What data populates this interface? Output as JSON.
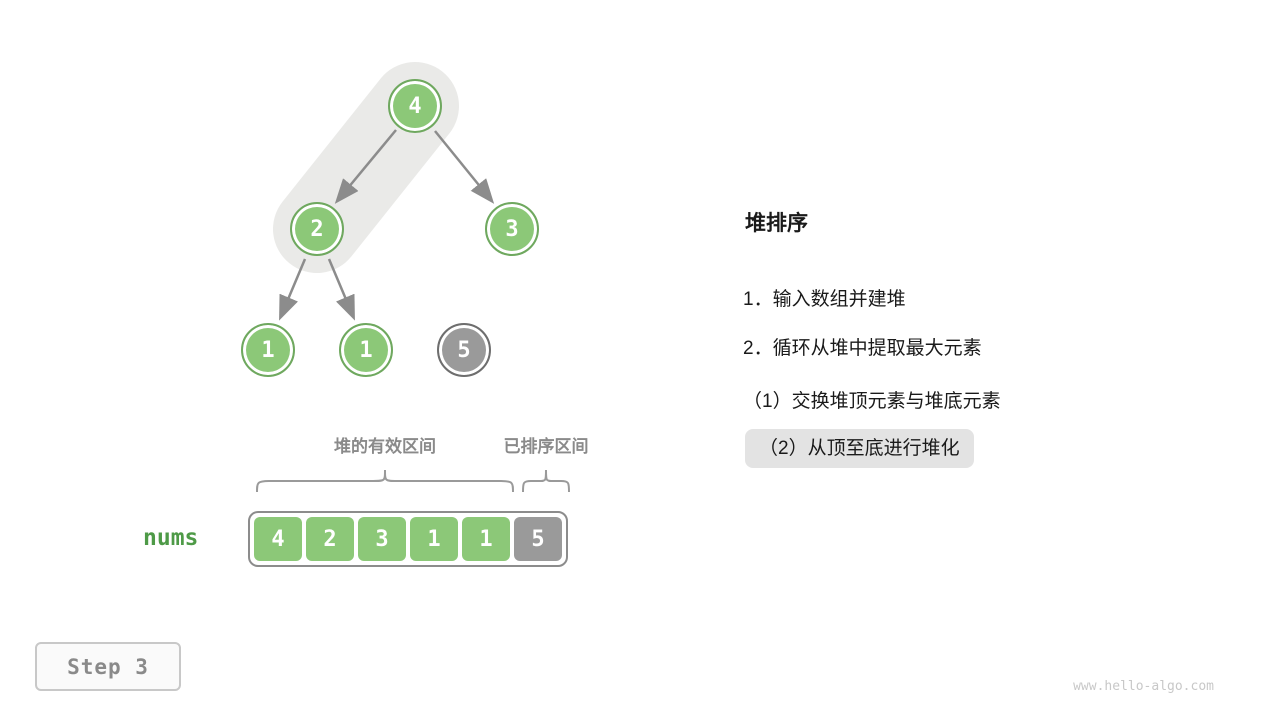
{
  "colors": {
    "node_green_fill": "#8CC878",
    "node_green_border": "#6FA85F",
    "node_gray_fill": "#9A9A9A",
    "node_gray_border": "#6E6E6E",
    "arrow_gray": "#8C8C8C",
    "highlight_band": "#EAEAE8",
    "panel_highlight_bg": "#E3E3E3",
    "nums_label_green": "#4E9A47"
  },
  "tree": {
    "nodes": [
      {
        "value": "4",
        "state": "heap"
      },
      {
        "value": "2",
        "state": "heap"
      },
      {
        "value": "3",
        "state": "heap"
      },
      {
        "value": "1",
        "state": "heap"
      },
      {
        "value": "1",
        "state": "heap"
      },
      {
        "value": "5",
        "state": "sorted"
      }
    ]
  },
  "region_labels": {
    "heap": "堆的有效区间",
    "sorted": "已排序区间"
  },
  "array": {
    "label": "nums",
    "cells": [
      {
        "value": "4",
        "state": "heap"
      },
      {
        "value": "2",
        "state": "heap"
      },
      {
        "value": "3",
        "state": "heap"
      },
      {
        "value": "1",
        "state": "heap"
      },
      {
        "value": "1",
        "state": "heap"
      },
      {
        "value": "5",
        "state": "sorted"
      }
    ]
  },
  "panel": {
    "title": "堆排序",
    "items": [
      "1．输入数组并建堆",
      "2．循环从堆中提取最大元素",
      "（1）交换堆顶元素与堆底元素",
      "（2）从顶至底进行堆化"
    ],
    "highlighted_item_index": 3
  },
  "step_badge": "Step 3",
  "watermark": "www.hello-algo.com"
}
